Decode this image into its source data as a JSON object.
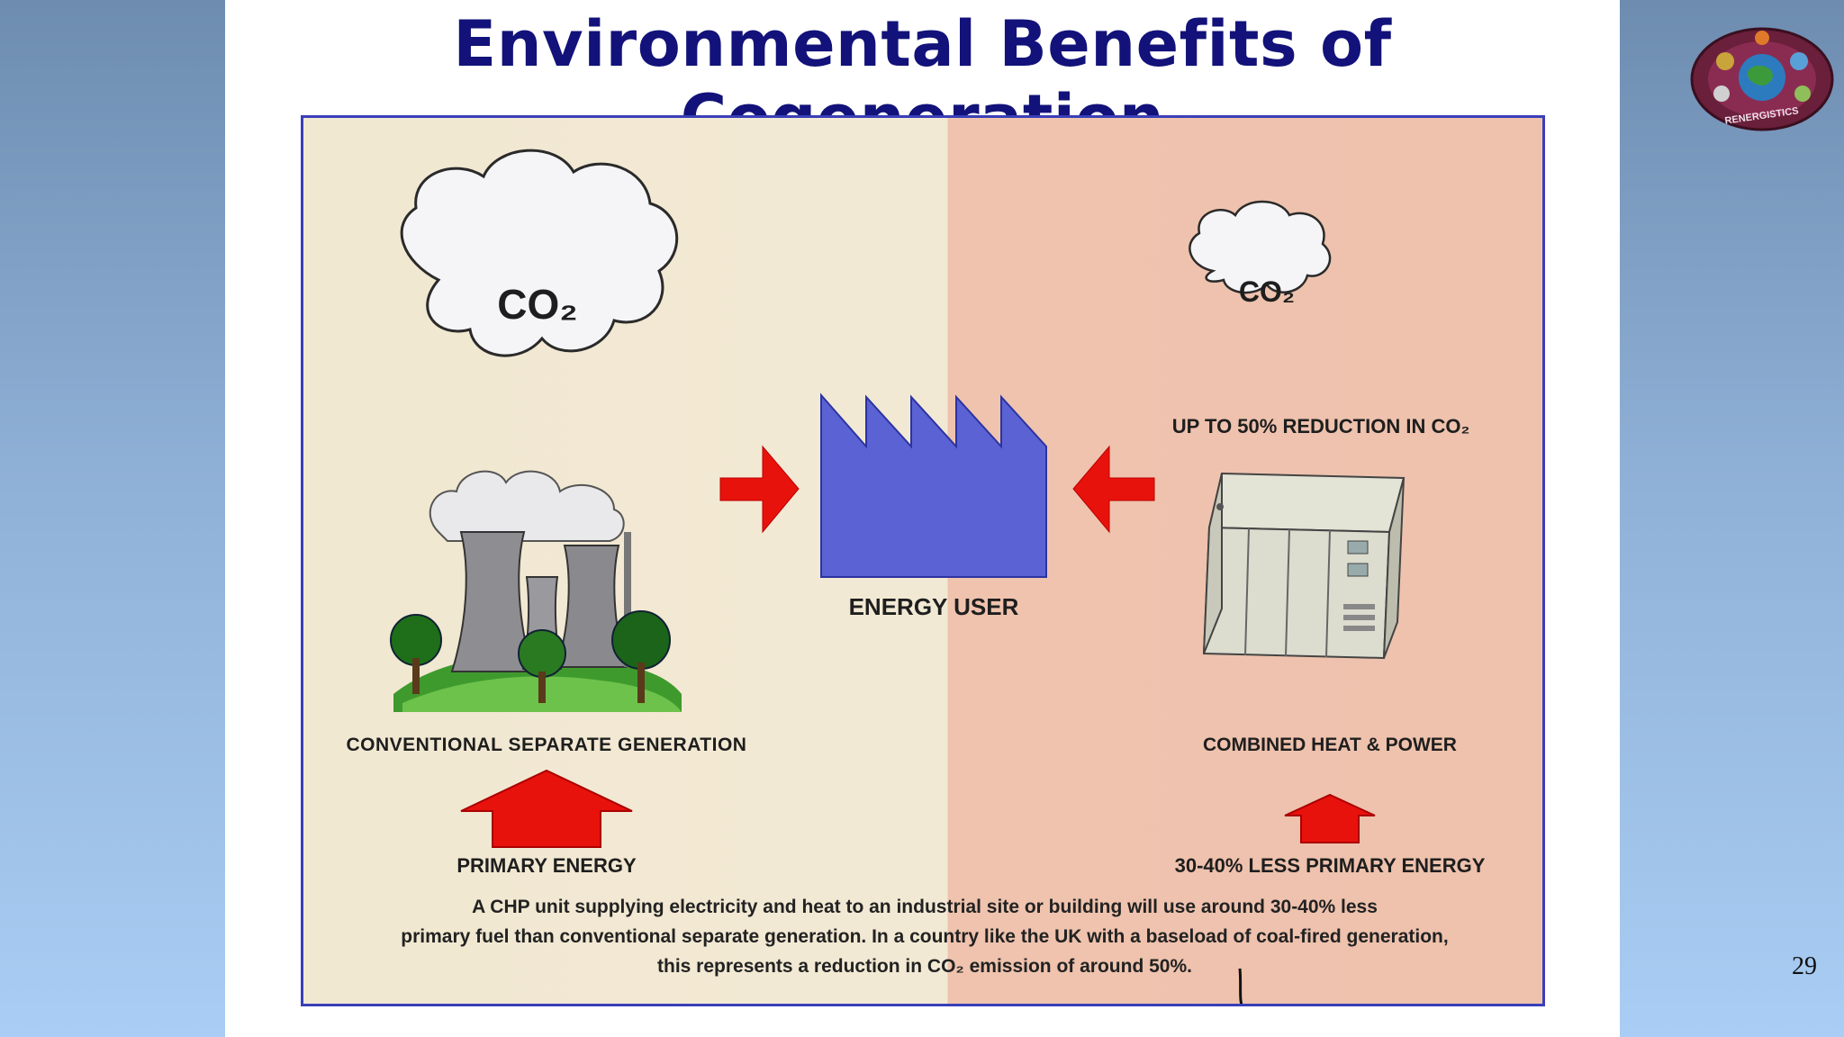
{
  "slide": {
    "title": "Environmental Benefits of Cogeneration",
    "page_number": "29",
    "logo_text": "RENERGISTICS"
  },
  "diagram": {
    "left": {
      "cloud_label": "CO₂",
      "plant_label": "CONVENTIONAL SEPARATE GENERATION",
      "input_label": "PRIMARY ENERGY"
    },
    "center": {
      "user_label": "ENERGY USER"
    },
    "right": {
      "cloud_label": "CO₂",
      "reduction_label": "UP TO 50% REDUCTION IN CO₂",
      "unit_label": "COMBINED HEAT & POWER",
      "input_label": "30-40% LESS PRIMARY ENERGY"
    },
    "caption": [
      "A CHP unit supplying electricity and heat to an industrial site or building will use around 30-40% less",
      "primary fuel than conventional separate generation.  In a country like the UK with a baseload of coal-fired generation,",
      "this represents a reduction in CO₂ emission of around 50%."
    ],
    "colors": {
      "arrow": "#e8120c",
      "factory": "#5b63d4",
      "left_panel": "#f1e8d2",
      "right_panel": "#eec2ad",
      "title": "#12127a"
    }
  }
}
